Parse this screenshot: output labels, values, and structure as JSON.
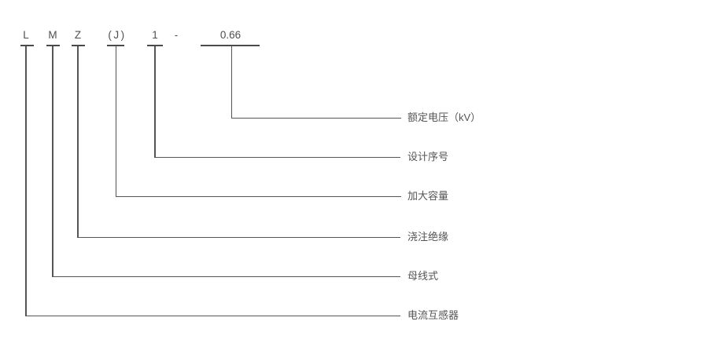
{
  "diagram": {
    "title_meaning": "current transformer model designation",
    "separator": "-",
    "code_parts": [
      {
        "text": "L",
        "label": "电流互感器"
      },
      {
        "text": "M",
        "label": "母线式"
      },
      {
        "text": "Z",
        "label": "浇注绝缘"
      },
      {
        "text": "(J)",
        "label": "加大容量"
      },
      {
        "text": "1",
        "label": "设计序号"
      },
      {
        "text": "0.66",
        "label": "额定电压（kV）"
      }
    ],
    "colors": {
      "background": "#ffffff",
      "text": "#4f4f4f",
      "leader_line": "#555555",
      "underline_tick": "#4a4a4a"
    }
  }
}
